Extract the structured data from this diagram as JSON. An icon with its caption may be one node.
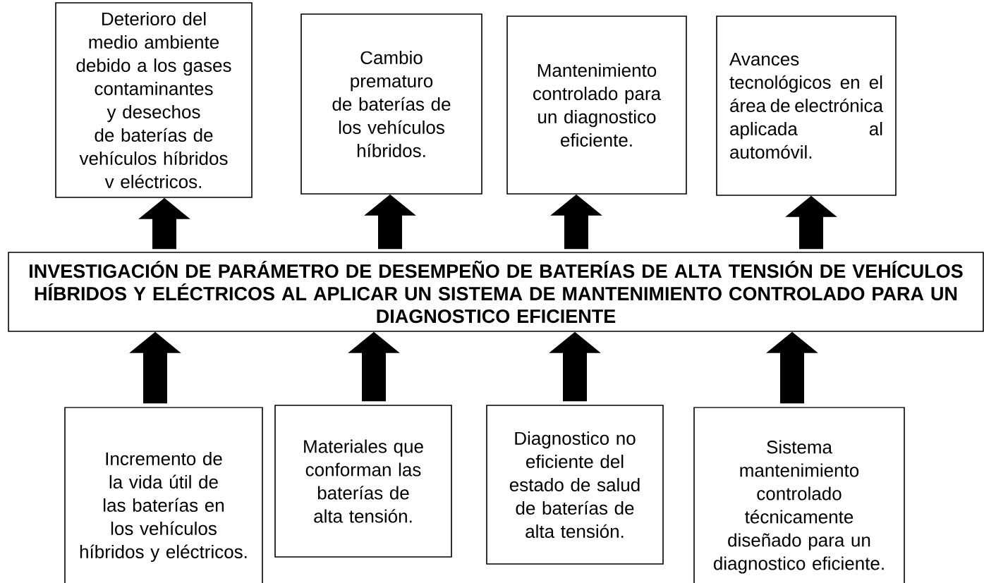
{
  "diagram": {
    "nodes": [
      {
        "text": [
          "Deterioro del medio ambiente debido a los gases contaminantes y desechos de baterías de vehículos híbridos v eléctricos."
        ]
      },
      {
        "text": [
          "Cambio prematuro de baterías de los vehículos híbridos."
        ]
      },
      {
        "text": [
          "Mantenimiento controlado para un diagnostico eficiente."
        ]
      },
      {
        "text": [
          "Avances tecnológicos en el área de electrónica aplicada al automóvil."
        ]
      },
      {
        "text": [
          "INVESTIGACIÓN DE PARÁMETRO DE DESEMPEÑO DE BATERÍAS DE ALTA TENSIÓN DE VEHÍCULOS HÍBRIDOS Y ELÉCTRICOS AL APLICAR UN SISTEMA DE MANTENIMIENTO CONTROLADO PARA UN DIAGNOSTICO EFICIENTE"
        ]
      },
      {
        "text": [
          "Incremento de la vida útil de las baterías en los vehículos híbridos y eléctricos."
        ]
      },
      {
        "text": [
          "Materiales que conforman las baterías de alta tensión."
        ]
      },
      {
        "text": [
          "Diagnostico no eficiente del estado de salud de baterías de alta tensión."
        ]
      },
      {
        "text": [
          "Sistema mantenimiento controlado técnicamente diseñado para un diagnostico eficiente."
        ]
      }
    ],
    "edges": [
      {
        "from": 4,
        "to": 0,
        "arrow": "to"
      },
      {
        "from": 4,
        "to": 1,
        "arrow": "to"
      },
      {
        "from": 4,
        "to": 2,
        "arrow": "to"
      },
      {
        "from": 4,
        "to": 3,
        "arrow": "to"
      },
      {
        "from": 5,
        "to": 4,
        "arrow": "to"
      },
      {
        "from": 6,
        "to": 4,
        "arrow": "to"
      },
      {
        "from": 7,
        "to": 4,
        "arrow": "to"
      },
      {
        "from": 8,
        "to": 4,
        "arrow": "to"
      }
    ]
  }
}
